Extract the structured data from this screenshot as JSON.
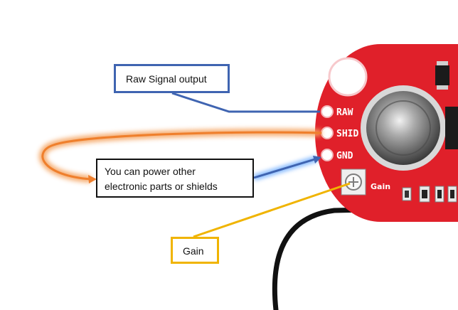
{
  "callouts": {
    "raw": "Raw Signal output",
    "power_line1": "You can power other",
    "power_line2": "electronic parts or shields",
    "gain": "Gain"
  },
  "board": {
    "pins": {
      "raw": "RAW",
      "shield": "SHID",
      "gnd": "GND"
    },
    "pot_label": "Gain"
  },
  "colors": {
    "board_red": "#e0202a",
    "raw_blue": "#3f64b1",
    "power_glow_blue": "#4a90e8",
    "shield_orange": "#ef7f2c",
    "gain_yellow": "#f0b400",
    "cable": "#111111"
  }
}
